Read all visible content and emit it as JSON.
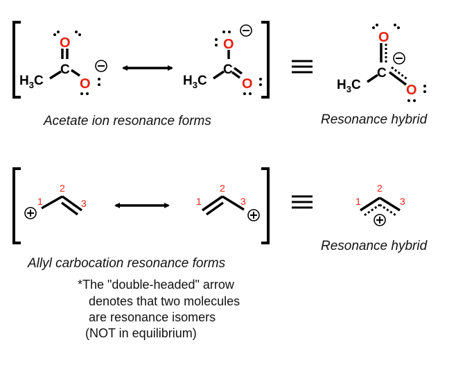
{
  "colors": {
    "oxygen": "#e8210f",
    "bond": "#000000",
    "text": "#111111",
    "number": "#e8210f"
  },
  "atoms": {
    "carbon": "C",
    "oxygen": "O",
    "methyl_main": "H",
    "methyl_sub": "3",
    "methyl_end": "C",
    "minus": "−",
    "plus": "+"
  },
  "acetate": {
    "caption": "Acetate ion resonance forms",
    "hybrid_caption": "Resonance hybrid"
  },
  "allyl": {
    "caption": "Allyl carbocation resonance forms",
    "hybrid_caption": "Resonance hybrid",
    "numbers": [
      "1",
      "2",
      "3"
    ]
  },
  "footnote": {
    "lines": [
      "*The \"double-headed\" arrow",
      "denotes that two molecules",
      "are resonance isomers",
      "(NOT in equilibrium)"
    ]
  }
}
